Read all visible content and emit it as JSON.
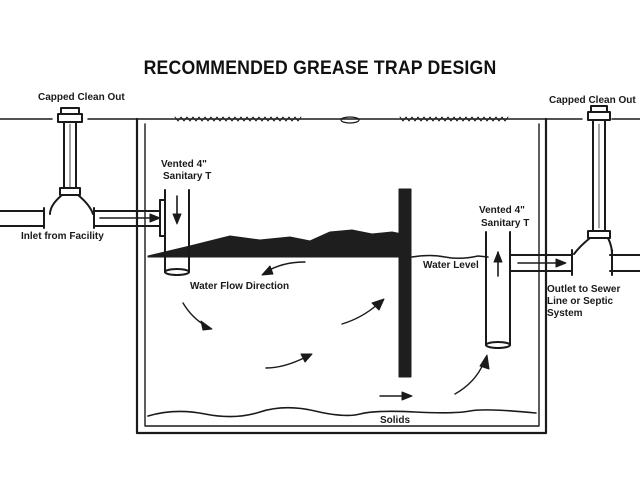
{
  "title": "RECOMMENDED GREASE TRAP DESIGN",
  "labels": {
    "capped_clean_out_left": "Capped Clean Out",
    "capped_clean_out_right": "Capped Clean Out",
    "vented_t_left_line1": "Vented 4\"",
    "vented_t_left_line2": "Sanitary T",
    "vented_t_right_line1": "Vented 4\"",
    "vented_t_right_line2": "Sanitary T",
    "inlet": "Inlet from Facility",
    "water_flow_direction": "Water Flow Direction",
    "water_level": "Water Level",
    "outlet_line1": "Outlet to Sewer",
    "outlet_line2": "Line or Septic",
    "outlet_line3": "System",
    "solids": "Solids"
  },
  "colors": {
    "ink": "#1a1a1a",
    "grease": "#1e1e1e",
    "paper": "#ffffff"
  }
}
